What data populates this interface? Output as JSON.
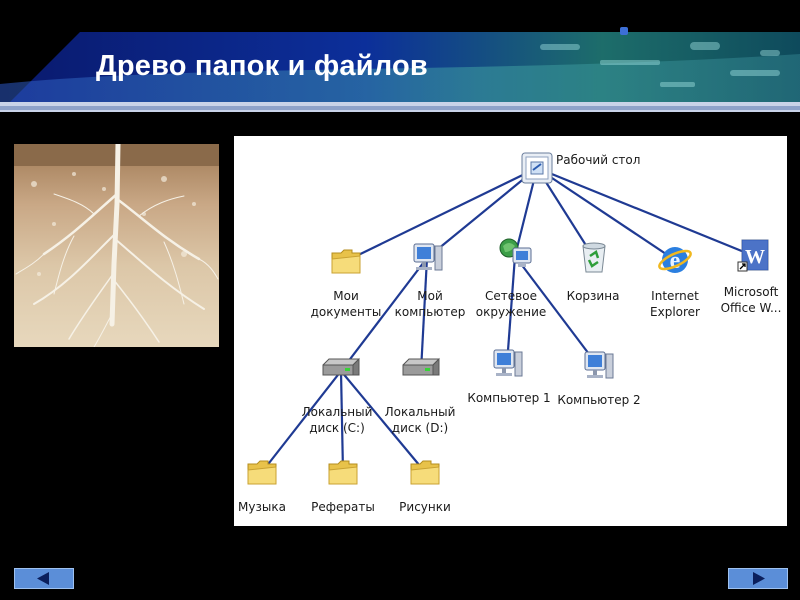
{
  "slide": {
    "title": "Древо папок и файлов",
    "page_number": "",
    "small_label": ""
  },
  "diagram": {
    "nodes": [
      {
        "id": "desktop",
        "label": "Рабочий стол",
        "icon": "desktop-icon"
      },
      {
        "id": "my-docs",
        "label": "Мои\nдокументы",
        "icon": "folder-icon"
      },
      {
        "id": "my-computer",
        "label": "Мой\nкомпьютер",
        "icon": "computer-icon"
      },
      {
        "id": "network",
        "label": "Сетевое\nокружение",
        "icon": "network-icon"
      },
      {
        "id": "recycle",
        "label": "Корзина",
        "icon": "recycle-bin-icon"
      },
      {
        "id": "ie",
        "label": "Internet\nExplorer",
        "icon": "internet-explorer-icon"
      },
      {
        "id": "word",
        "label": "Microsoft\nOffice W...",
        "icon": "word-icon"
      },
      {
        "id": "disk-c",
        "label": "Локальный\nдиск (C:)",
        "icon": "disk-icon"
      },
      {
        "id": "disk-d",
        "label": "Локальный\nдиск (D:)",
        "icon": "disk-icon"
      },
      {
        "id": "pc1",
        "label": "Компьютер 1",
        "icon": "computer-icon"
      },
      {
        "id": "pc2",
        "label": "Компьютер 2",
        "icon": "computer-icon"
      },
      {
        "id": "music",
        "label": "Музыка",
        "icon": "folder-icon"
      },
      {
        "id": "essays",
        "label": "Рефераты",
        "icon": "folder-icon"
      },
      {
        "id": "pictures",
        "label": "Рисунки",
        "icon": "folder-icon"
      }
    ],
    "edges": [
      [
        "desktop",
        "my-docs"
      ],
      [
        "desktop",
        "my-computer"
      ],
      [
        "desktop",
        "network"
      ],
      [
        "desktop",
        "recycle"
      ],
      [
        "desktop",
        "ie"
      ],
      [
        "desktop",
        "word"
      ],
      [
        "my-computer",
        "disk-c"
      ],
      [
        "my-computer",
        "disk-d"
      ],
      [
        "network",
        "pc1"
      ],
      [
        "network",
        "pc2"
      ],
      [
        "disk-c",
        "music"
      ],
      [
        "disk-c",
        "essays"
      ],
      [
        "disk-c",
        "pictures"
      ]
    ],
    "edge_color": "#1f3a93"
  },
  "colors": {
    "accent": "#2f63d8",
    "nav_button": "#5b8ed8"
  },
  "nav": {
    "prev_icon": "arrow-left-icon",
    "next_icon": "arrow-right-icon"
  }
}
